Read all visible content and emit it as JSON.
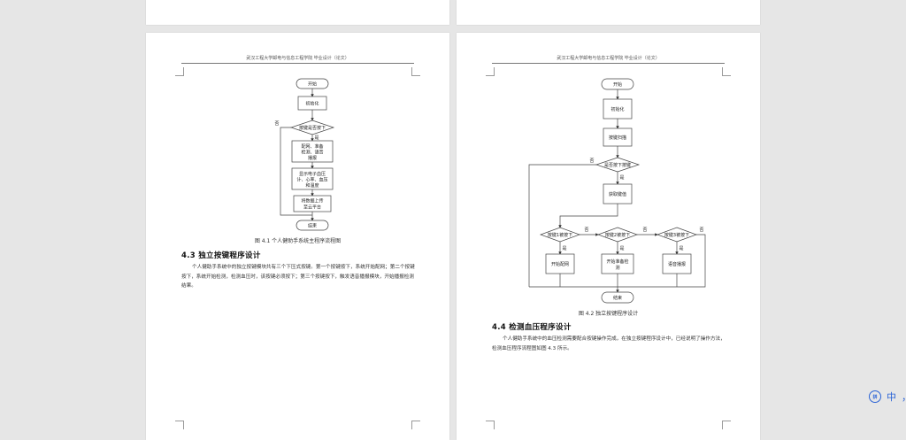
{
  "doc": {
    "header_text": "武汉工程大学邮电与信息工程学院  毕业设计（论文）"
  },
  "left_page": {
    "flow": {
      "start": "开始",
      "init": "初始化",
      "decision": "按键是否按下",
      "no": "否",
      "yes": "是",
      "box1": [
        "配网、准备",
        "检测、语音",
        "播报"
      ],
      "box2": [
        "显示电子血压",
        "计、心率、血压",
        "和温度"
      ],
      "box3": [
        "将数据上传",
        "至云平台"
      ],
      "end": "结束"
    },
    "caption": "图 4.1    个人健助手系统主程序流程图",
    "section_title": "4.3  独立按键程序设计",
    "paragraph": "个人健助手系统中的独立按键模块共有三个下压式按键。第一个按键按下，系统开始配网；第二个按键按下，系统开始检测，检测血压时，该按键必须按下；第三个按键按下，触发语音播报模块，开始播报检测结果。"
  },
  "right_page": {
    "flow": {
      "start": "开始",
      "init": "初始化",
      "scan": "按键扫描",
      "decision": "是否按下按键",
      "no": "否",
      "yes": "是",
      "get_value": "获取键值",
      "k1": "按键1被按下",
      "k2": "按键2被按下",
      "k3": "按键3被按下",
      "a1": "开始配网",
      "a2": [
        "开始准备检",
        "测"
      ],
      "a3": "语音播报",
      "end": "结束"
    },
    "caption": "图 4.2    独立按键程序设计",
    "section_title": "4.4  检测血压程序设计",
    "paragraph": "个人健助手系统中的血压检测需要配合按键操作完成，在独立按键程序设计中，已经说明了操作方法，检测血压程序流程图如图 4.3 所示。"
  },
  "widget": {
    "icon_label": "拼",
    "char1": "中",
    "char2": "，"
  }
}
